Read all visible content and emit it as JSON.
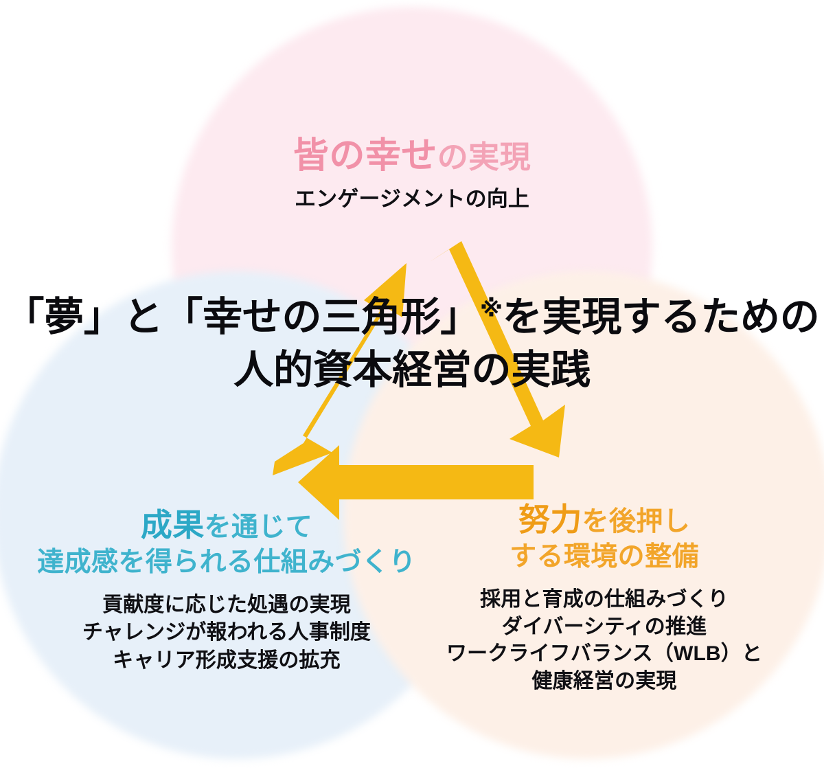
{
  "title": {
    "line1_a": "「夢」と「幸せの三角形」",
    "line1_mark": "※",
    "line1_b": "を実現するための",
    "line2": "人的資本経営の実践"
  },
  "nodes": {
    "top": {
      "head_accent": "皆の幸せ",
      "head_rest": "の実現",
      "sub": "エンゲージメントの向上",
      "color": "#f3a3b6"
    },
    "left": {
      "head_accent": "成果",
      "head_rest": "を通じて",
      "head_line2": "達成感を得られる仕組みづくり",
      "sub_line1": "貢献度に応じた処遇の実現",
      "sub_line2": "チャレンジが報われる人事制度",
      "sub_line3": "キャリア形成支援の拡充",
      "color": "#2ca8c6"
    },
    "right": {
      "head_accent": "努力",
      "head_rest": "を後押し",
      "head_line2": "する環境の整備",
      "sub_line1": "採用と育成の仕組みづくり",
      "sub_line2": "ダイバーシティの推進",
      "sub_line3": "ワークライフバランス（WLB）と",
      "sub_line4": "健康経営の実現",
      "color": "#ef9c17"
    }
  },
  "blobs": {
    "top_color": "#fdeaf0",
    "left_color": "#e7f0f9",
    "right_color": "#fdf0e7"
  },
  "arrows": {
    "color": "#f5b914",
    "up_left_label": "成果から皆の幸せへの矢印",
    "down_right_label": "皆の幸せから努力への矢印",
    "left_label": "努力から成果への矢印"
  }
}
